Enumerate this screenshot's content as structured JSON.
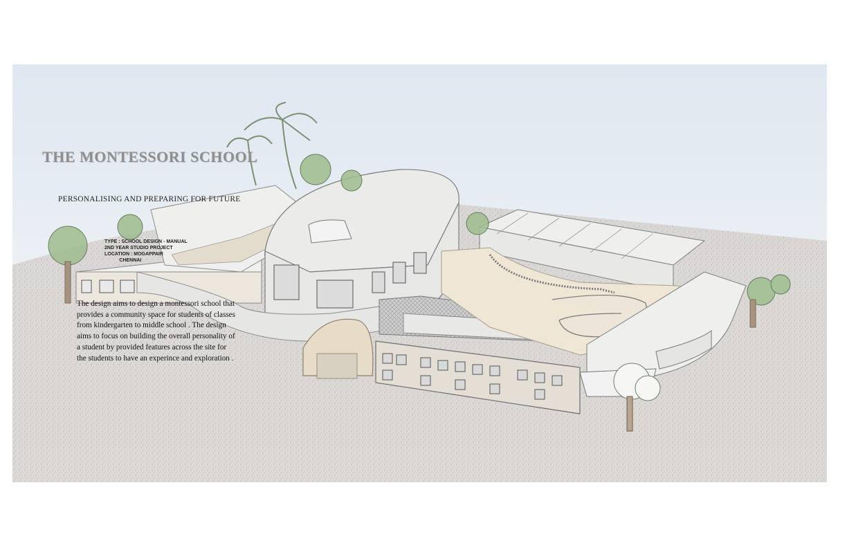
{
  "title": "THE MONTESSORI SCHOOL",
  "subtitle": "PERSONALISING AND PREPARING FOR FUTURE",
  "project_info": {
    "type": "TYPE : SCHOOL DESIGN - MANUAL",
    "year": "2ND YEAR STUDIO PROJECT",
    "location": "LOCATION : MOGAPPAIR",
    "location_city": "           CHENNAI"
  },
  "description": "The design aims to design a montessori school that provides a community space for students of classes from kindergarten to middle school . The design aims to focus on building the overall personality of a student by provided features across the site for the students to have an experince and exploration .",
  "illustration": "sketch-of-school-building",
  "colors": {
    "sky": "#dfe7f0",
    "ground": "#cfc9c5",
    "title": "#8f8f8f"
  }
}
